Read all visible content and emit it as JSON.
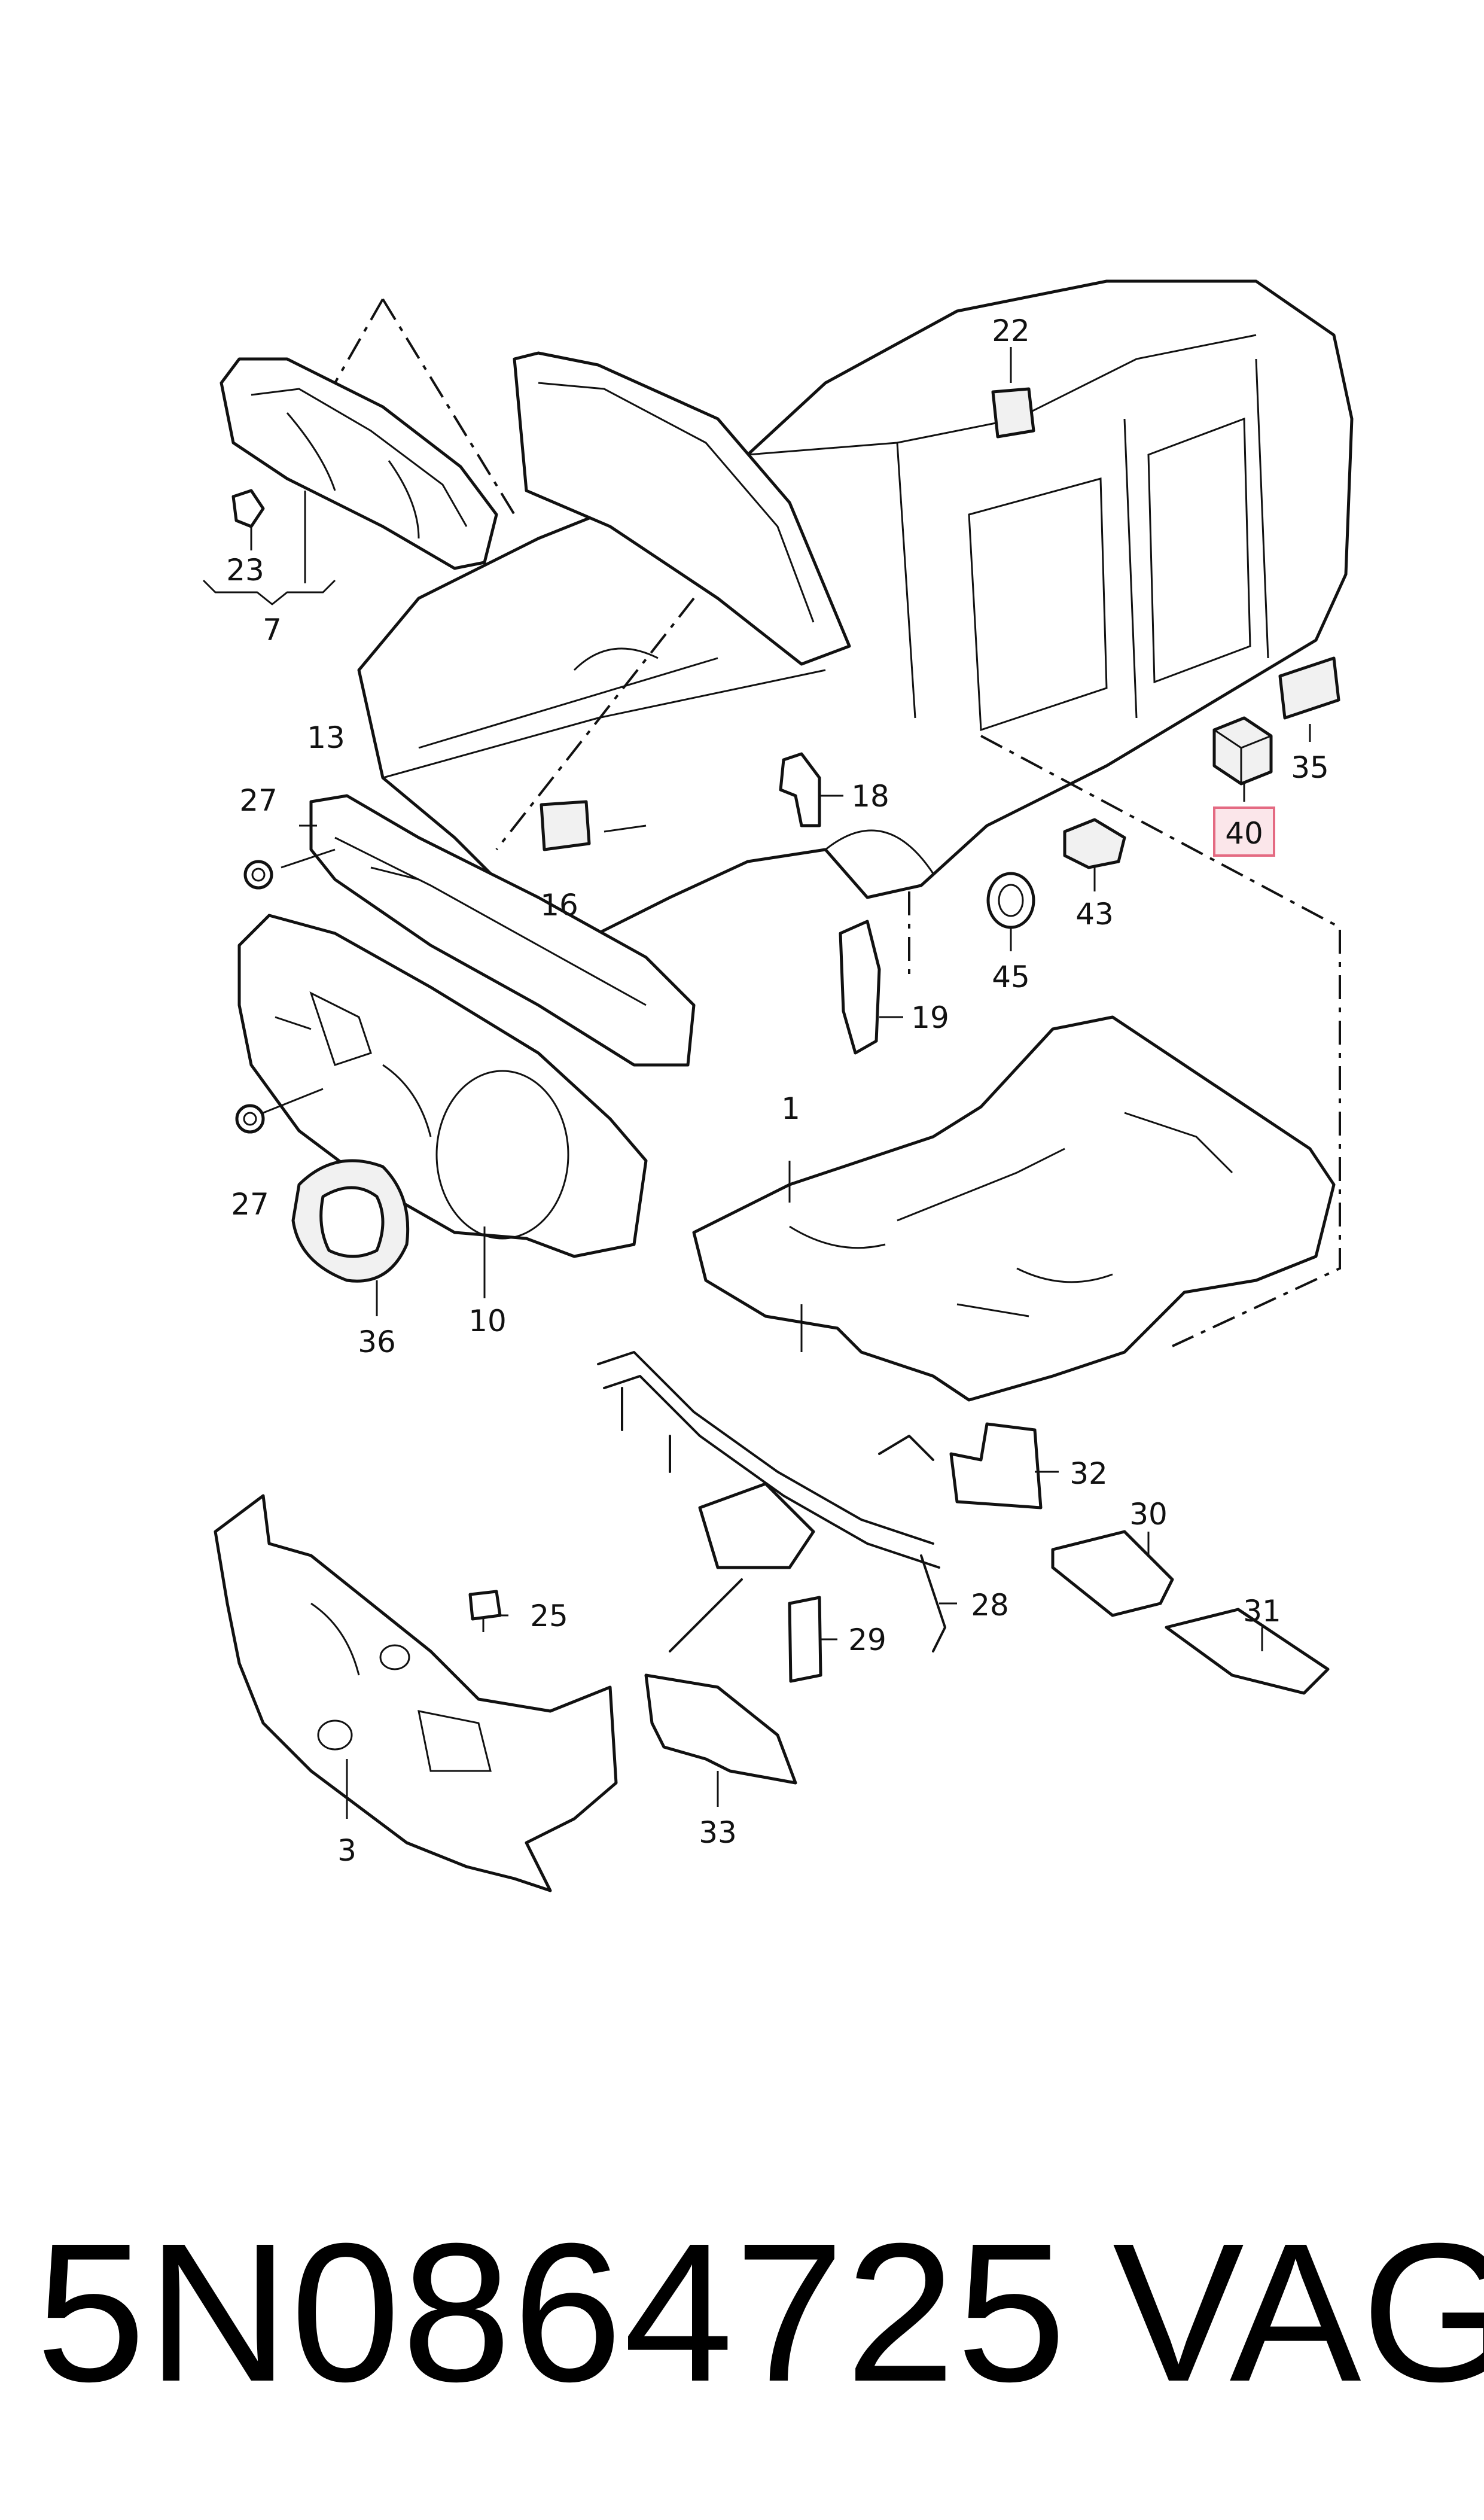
{
  "callouts": [
    {
      "key": "c1",
      "label": "1"
    },
    {
      "key": "c3",
      "label": "3"
    },
    {
      "key": "c7",
      "label": "7"
    },
    {
      "key": "c10",
      "label": "10"
    },
    {
      "key": "c13",
      "label": "13"
    },
    {
      "key": "c16",
      "label": "16"
    },
    {
      "key": "c18",
      "label": "18"
    },
    {
      "key": "c19",
      "label": "19"
    },
    {
      "key": "c22",
      "label": "22"
    },
    {
      "key": "c23",
      "label": "23"
    },
    {
      "key": "c25",
      "label": "25"
    },
    {
      "key": "c27a",
      "label": "27"
    },
    {
      "key": "c27b",
      "label": "27"
    },
    {
      "key": "c28",
      "label": "28"
    },
    {
      "key": "c29",
      "label": "29"
    },
    {
      "key": "c30",
      "label": "30"
    },
    {
      "key": "c31",
      "label": "31"
    },
    {
      "key": "c32",
      "label": "32"
    },
    {
      "key": "c33",
      "label": "33"
    },
    {
      "key": "c35",
      "label": "35"
    },
    {
      "key": "c36",
      "label": "36"
    },
    {
      "key": "c40",
      "label": "40",
      "highlighted": true
    },
    {
      "key": "c43",
      "label": "43"
    },
    {
      "key": "c45",
      "label": "45"
    }
  ],
  "highlight_color": "#e46a82",
  "highlight_fill": "#fbe6ea",
  "footer": {
    "part_number": "5N0864725",
    "brand": "VAG"
  }
}
